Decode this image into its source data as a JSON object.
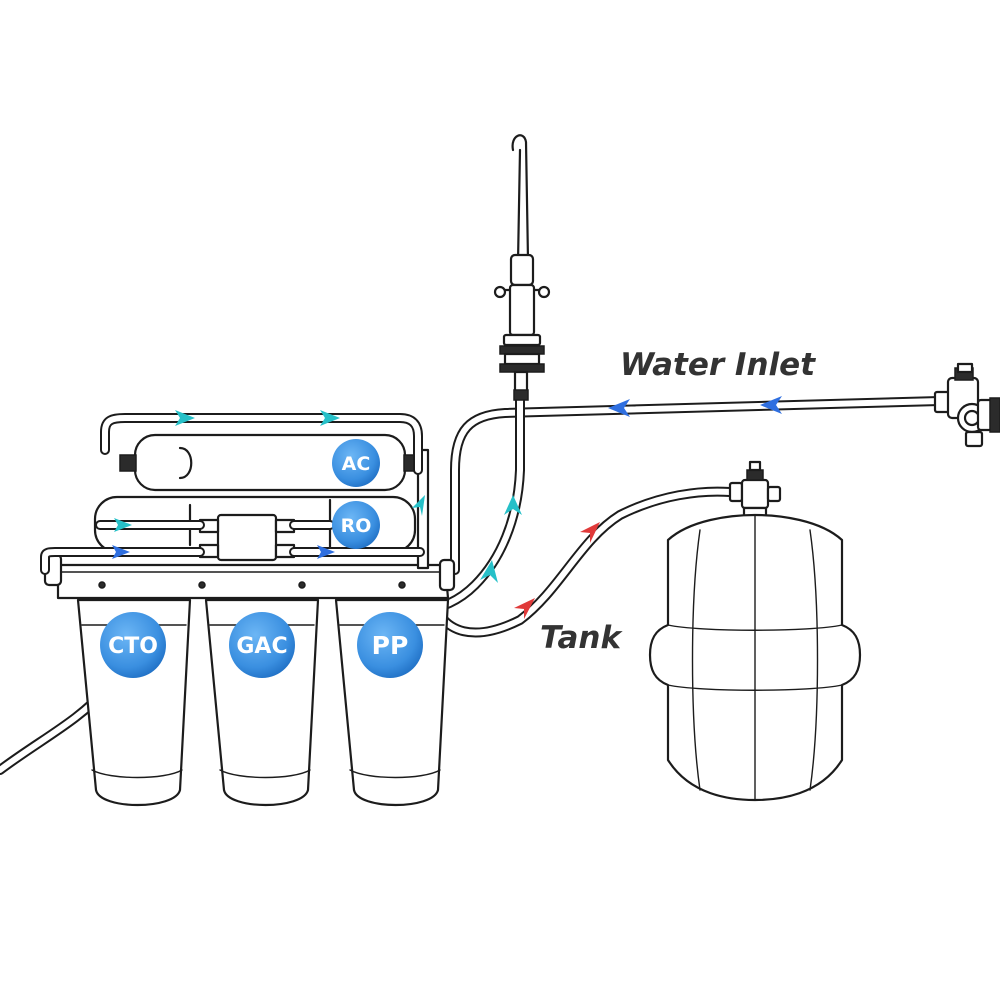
{
  "labels": {
    "water_inlet": "Water Inlet",
    "tank": "Tank"
  },
  "filters": {
    "cto": "CTO",
    "gac": "GAC",
    "pp": "PP",
    "ac": "AC",
    "ro": "RO"
  },
  "colors": {
    "badge": "#3a8fe0",
    "badge_dark": "#1f6fc4",
    "arrow_blue": "#2f6fe0",
    "arrow_cyan": "#26c0c8",
    "arrow_red": "#e03a3a",
    "caption": "#333333",
    "line": "#1c1c1c"
  }
}
